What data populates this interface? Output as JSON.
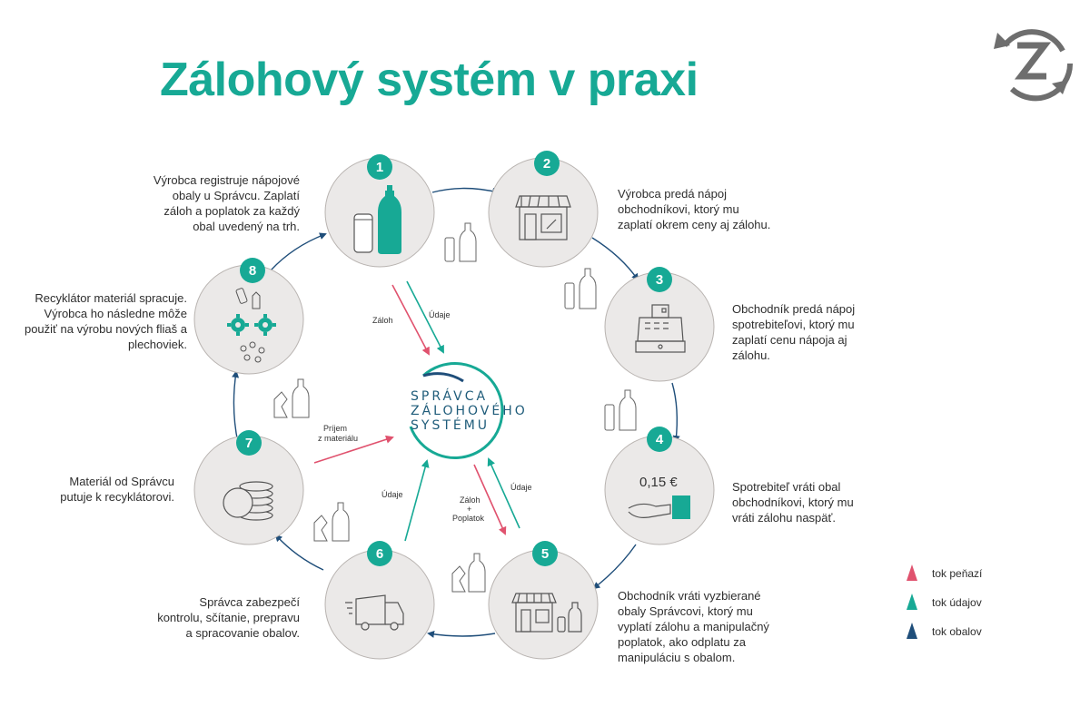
{
  "title": "Zálohový systém v praxi",
  "center": {
    "line1": "SPRÁVCA",
    "line2": "ZÁLOHOVÉHO",
    "line3": "SYSTÉMU"
  },
  "steps": [
    {
      "number": "1",
      "lines": [
        "Výrobca registruje nápojové",
        "obaly  u Správcu. Zaplatí",
        "záloh a poplatok za každý",
        "obal uvedený na trh."
      ]
    },
    {
      "number": "2",
      "lines": [
        "Výrobca predá nápoj",
        "obchodníkovi, ktorý mu",
        "zaplatí okrem ceny aj zálohu."
      ]
    },
    {
      "number": "3",
      "lines": [
        "Obchodník predá nápoj",
        "spotrebiteľovi, ktorý mu",
        "zaplatí cenu nápoja  aj",
        "zálohu."
      ]
    },
    {
      "number": "4",
      "lines": [
        "Spotrebiteľ vráti obal",
        "obchodníkovi, ktorý mu",
        "vráti zálohu naspäť."
      ],
      "price": "0,15 €"
    },
    {
      "number": "5",
      "lines": [
        "Obchodník vráti vyzbierané",
        "obaly Správcovi, ktorý mu",
        "vyplatí zálohu a manipulačný",
        "poplatok, ako odplatu za",
        "manipuláciu s obalom."
      ]
    },
    {
      "number": "6",
      "lines": [
        "Správca zabezpečí",
        "kontrolu, sčítanie, prepravu",
        "a spracovanie obalov."
      ]
    },
    {
      "number": "7",
      "lines": [
        "Materiál od Správcu",
        "putuje k recyklátorovi."
      ]
    },
    {
      "number": "8",
      "lines": [
        "Recyklátor materiál spracuje.",
        "Výrobca ho následne môže",
        "použiť na výrobu nových fliaš a",
        "plechoviek."
      ]
    }
  ],
  "arrow_labels": {
    "zaloh": "Záloh",
    "udaje_top": "Údaje",
    "prijem_1": "Príjem",
    "prijem_2": "z materiálu",
    "udaje_left": "Údaje",
    "zaloh_poplatok_1": "Záloh",
    "zaloh_poplatok_2": "+",
    "zaloh_poplatok_3": "Poplatok",
    "udaje_right": "Údaje"
  },
  "legend": [
    {
      "label": "tok peňazí",
      "color": "#e0526e"
    },
    {
      "label": "tok údajov",
      "color": "#17a995"
    },
    {
      "label": "tok obalov",
      "color": "#1f4e7a"
    }
  ],
  "colors": {
    "teal": "#17a995",
    "red": "#e0526e",
    "navy": "#1f4e7a",
    "circle_fill": "#ebe9e8",
    "circle_stroke": "#b8b3b0",
    "logo_gray": "#6e6e6e"
  },
  "icons": {
    "logo": "z-recycle-logo",
    "step1": "can-and-bottle-icon",
    "step2": "shop-icon",
    "step3": "cash-register-icon",
    "step4": "hand-coin-icon",
    "step5": "shop-with-packaging-icon",
    "step6": "delivery-van-icon",
    "step7": "coin-stack-icon",
    "step8": "recycling-gears-icon"
  }
}
